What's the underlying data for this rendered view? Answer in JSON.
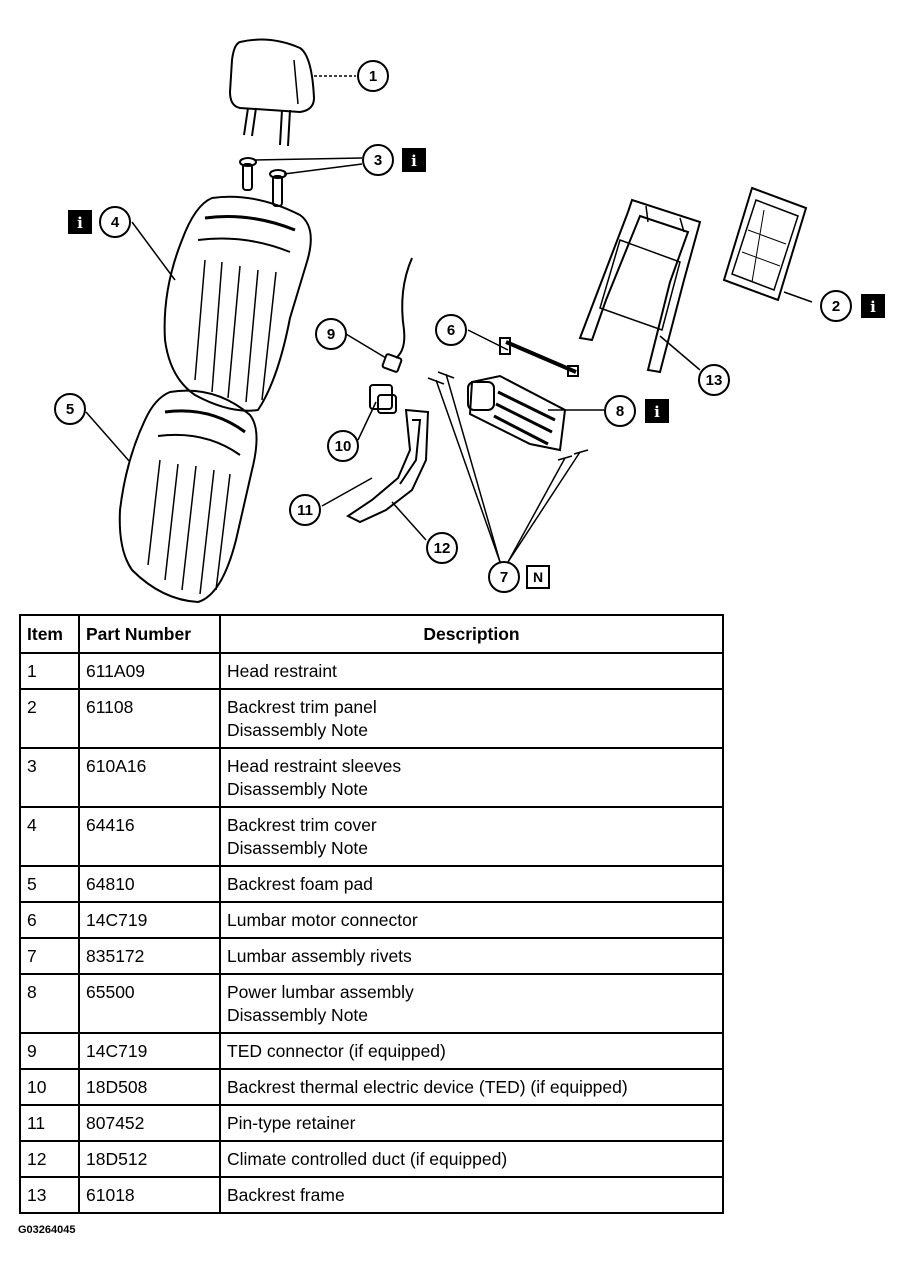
{
  "callouts": [
    "1",
    "2",
    "3",
    "4",
    "5",
    "6",
    "7",
    "8",
    "9",
    "10",
    "11",
    "12",
    "13"
  ],
  "info_icon_text": "i",
  "note_icon_text": "N",
  "table": {
    "headers": [
      "Item",
      "Part Number",
      "Description"
    ],
    "rows": [
      {
        "item": "1",
        "part": "611A09",
        "desc": [
          "Head restraint"
        ]
      },
      {
        "item": "2",
        "part": "61108",
        "desc": [
          "Backrest trim panel",
          "Disassembly Note"
        ]
      },
      {
        "item": "3",
        "part": "610A16",
        "desc": [
          "Head restraint sleeves",
          "Disassembly Note"
        ]
      },
      {
        "item": "4",
        "part": "64416",
        "desc": [
          "Backrest trim cover",
          "Disassembly Note"
        ]
      },
      {
        "item": "5",
        "part": "64810",
        "desc": [
          "Backrest foam pad"
        ]
      },
      {
        "item": "6",
        "part": "14C719",
        "desc": [
          "Lumbar motor connector"
        ]
      },
      {
        "item": "7",
        "part": "835172",
        "desc": [
          "Lumbar assembly rivets"
        ]
      },
      {
        "item": "8",
        "part": "65500",
        "desc": [
          "Power lumbar assembly",
          "Disassembly Note"
        ]
      },
      {
        "item": "9",
        "part": "14C719",
        "desc": [
          "TED connector (if equipped)"
        ]
      },
      {
        "item": "10",
        "part": "18D508",
        "desc": [
          "Backrest thermal electric device (TED) (if equipped)"
        ]
      },
      {
        "item": "11",
        "part": "807452",
        "desc": [
          "Pin-type retainer"
        ]
      },
      {
        "item": "12",
        "part": "18D512",
        "desc": [
          "Climate controlled duct (if equipped)"
        ]
      },
      {
        "item": "13",
        "part": "61018",
        "desc": [
          "Backrest frame"
        ]
      }
    ]
  },
  "figure_id": "G03264045"
}
